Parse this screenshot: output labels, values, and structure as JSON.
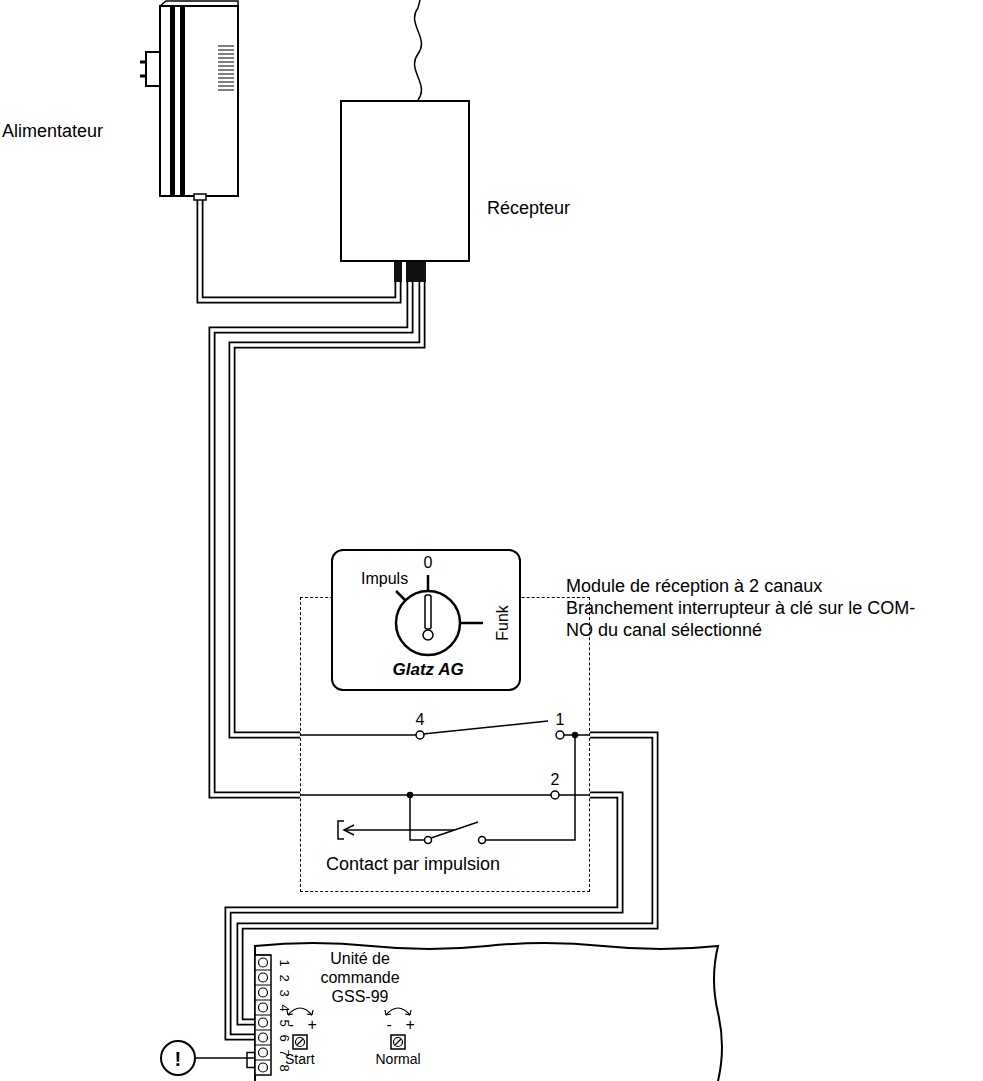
{
  "diagram": {
    "nodes": [
      {
        "text": [
          "Alimentateur"
        ]
      },
      {
        "text": [
          "Récepteur"
        ]
      },
      {
        "text": [
          "Contact par impulsion"
        ]
      },
      {
        "text": [
          "Impuls",
          "0",
          "Funk",
          "Glatz AG"
        ],
        "in": 2
      },
      {
        "text": [
          "Unité de commande GSS-99",
          "Start",
          "Normal"
        ]
      },
      {
        "text": [
          "!"
        ]
      }
    ],
    "edges": [
      {
        "from": 0,
        "to": 1,
        "arrow": "none"
      },
      {
        "from": 1,
        "to": 2,
        "arrow": "none"
      },
      {
        "from": 1,
        "to": 2,
        "arrow": "none"
      },
      {
        "from": 2,
        "to": 4,
        "arrow": "none"
      },
      {
        "from": 2,
        "to": 4,
        "arrow": "none"
      },
      {
        "from": 5,
        "to": 4,
        "arrow": "none"
      }
    ],
    "labels": [
      "Module de réception à 2 canaux",
      "Branchement interrupteur à clé sur le COM-NO du canal sélectionné",
      "4",
      "1",
      "2",
      "1",
      "2",
      "3",
      "4",
      "5",
      "6",
      "7",
      "8",
      "-",
      "+",
      "-",
      "+"
    ]
  }
}
